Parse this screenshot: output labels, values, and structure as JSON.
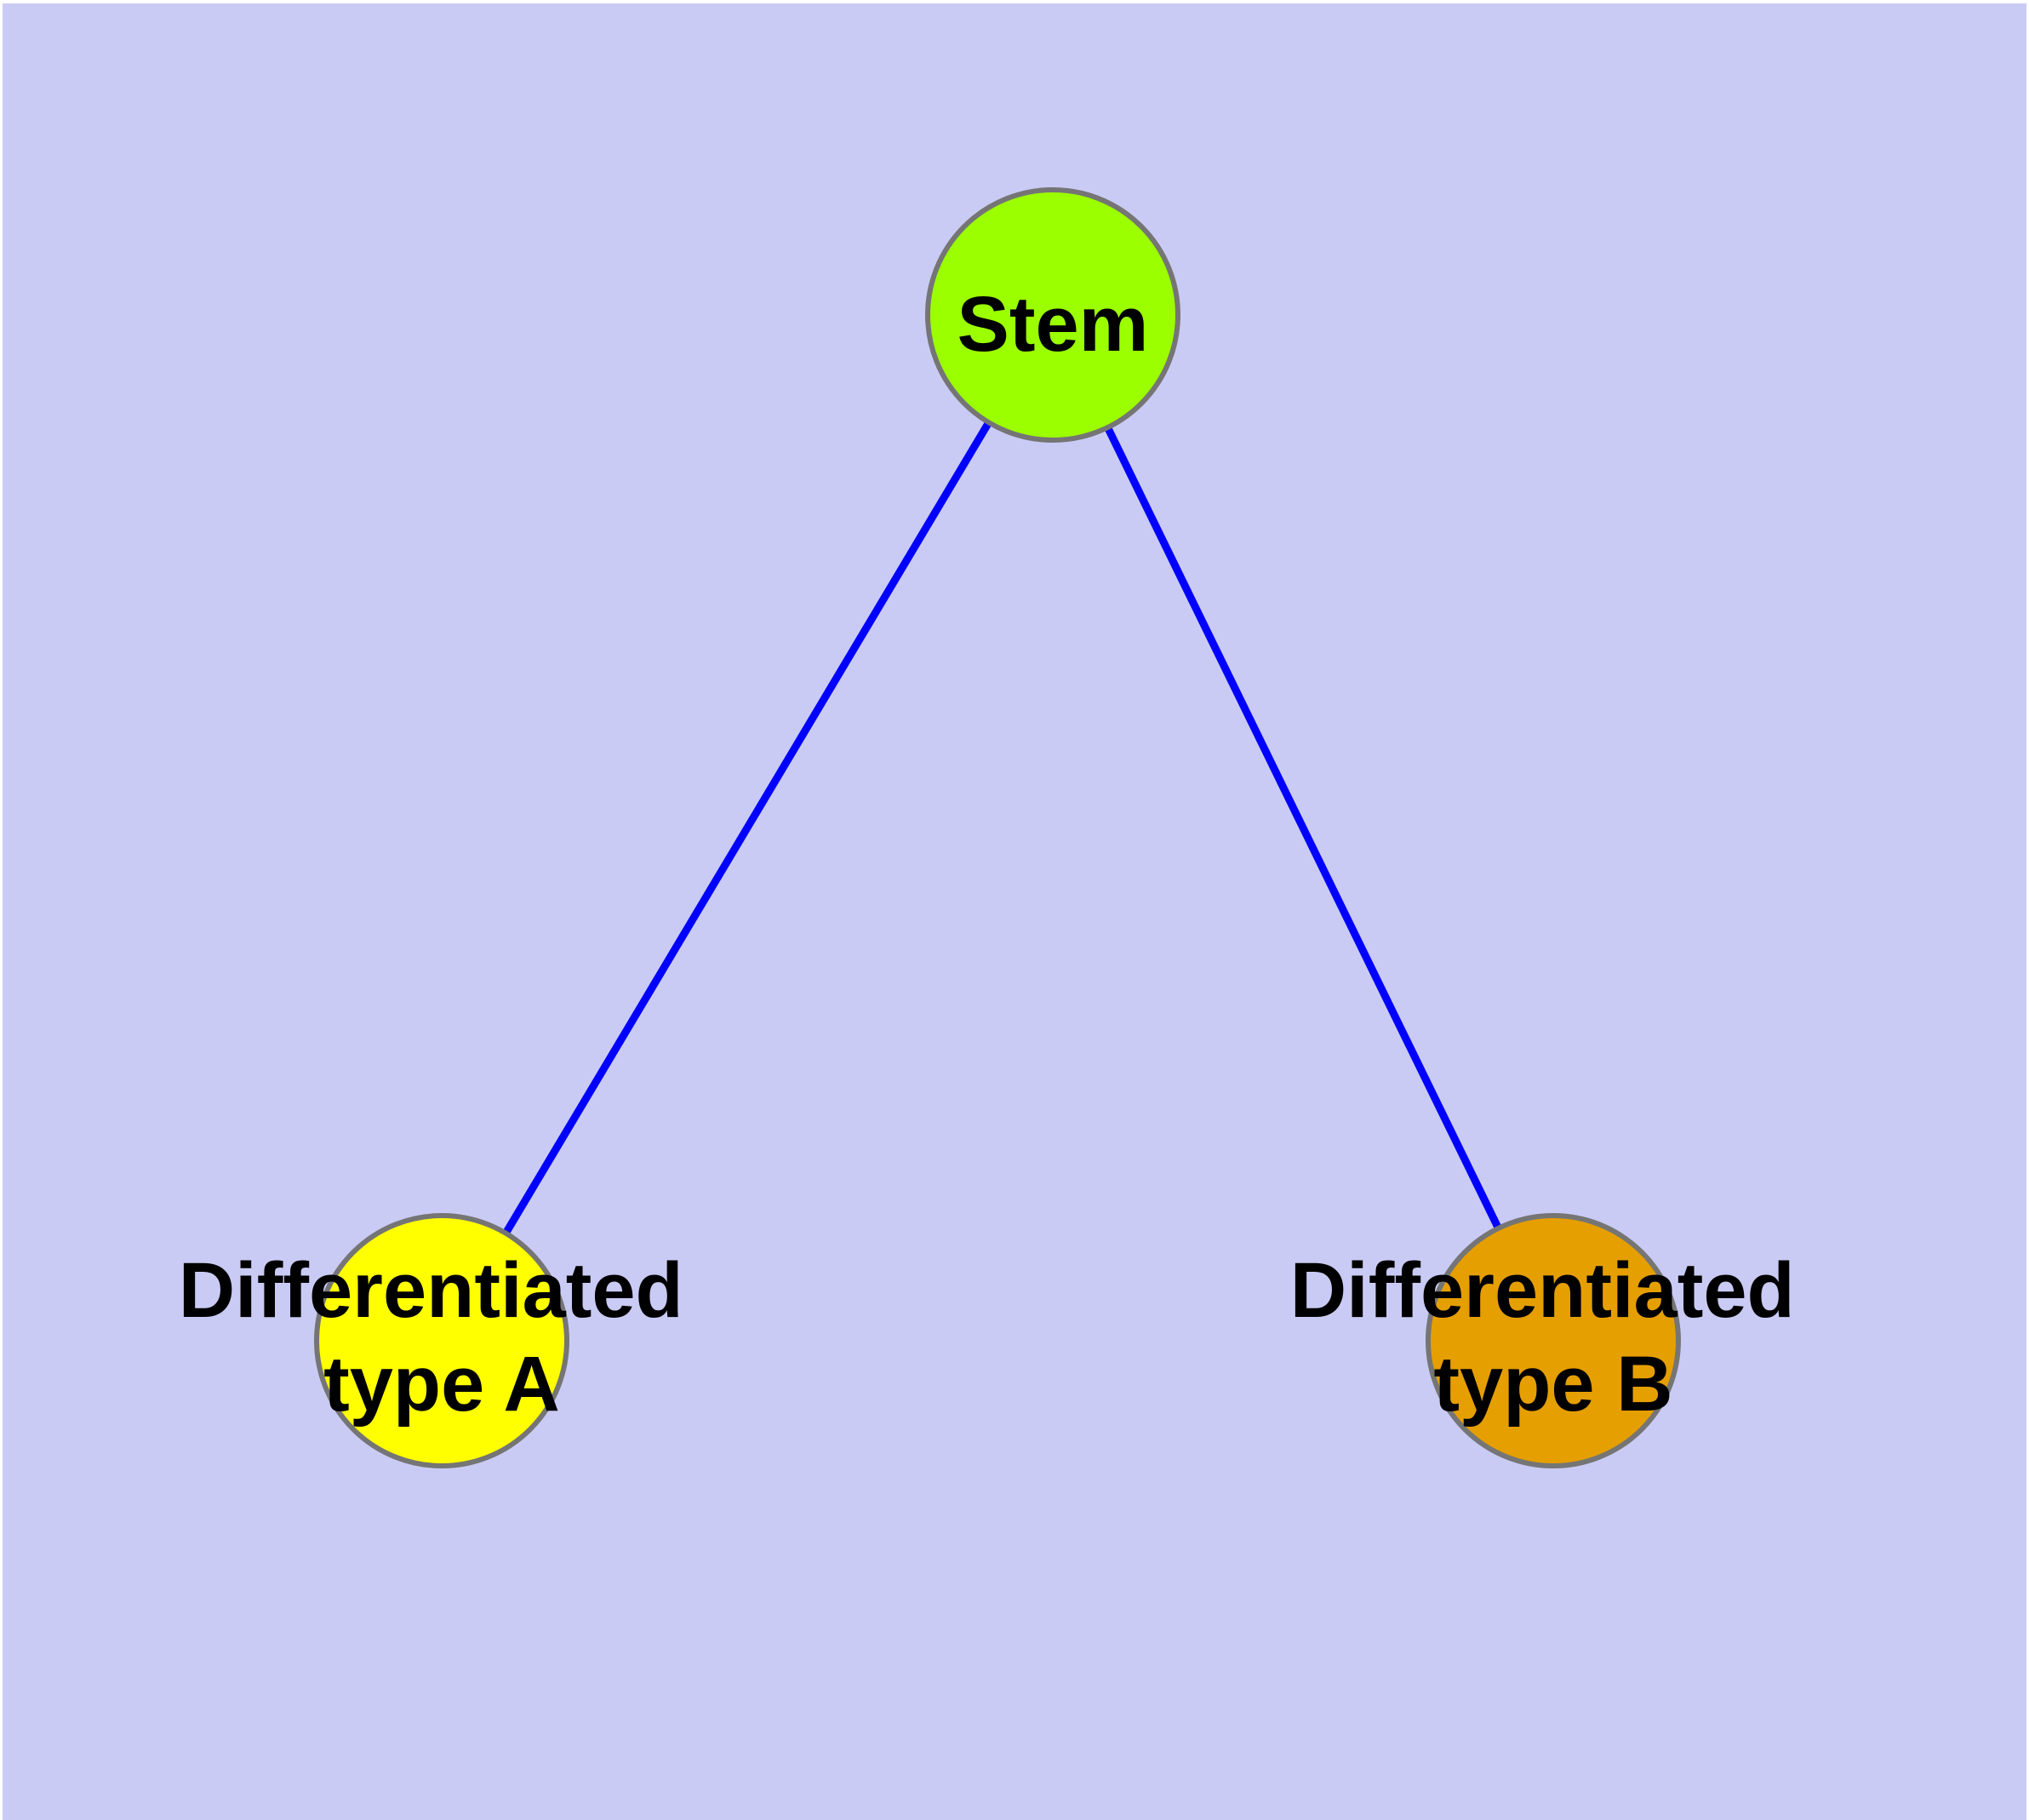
{
  "diagram": {
    "type": "node-link-graph",
    "description": "Stem cell differentiation graph: one stem node connected to two differentiated cell type nodes",
    "background_color": "#CACBF4",
    "page_margin_color": "#FFFFFF",
    "edge_color": "#0000FF",
    "node_border_color": "#757575",
    "label_color": "#000000",
    "nodes": [
      {
        "id": "stem",
        "label": "Stem",
        "line1": "Stem",
        "line2": "",
        "fill": "#9BFF00"
      },
      {
        "id": "type-a",
        "label": "Differentiated type A",
        "line1": "Differentiated",
        "line2": "type A",
        "fill": "#FFFF00"
      },
      {
        "id": "type-b",
        "label": "Differentiated type B",
        "line1": "Differentiated",
        "line2": "type B",
        "fill": "#E69F00"
      }
    ],
    "edges": [
      {
        "from": "Stem",
        "to": "Differentiated type A"
      },
      {
        "from": "Stem",
        "to": "Differentiated type B"
      }
    ]
  }
}
